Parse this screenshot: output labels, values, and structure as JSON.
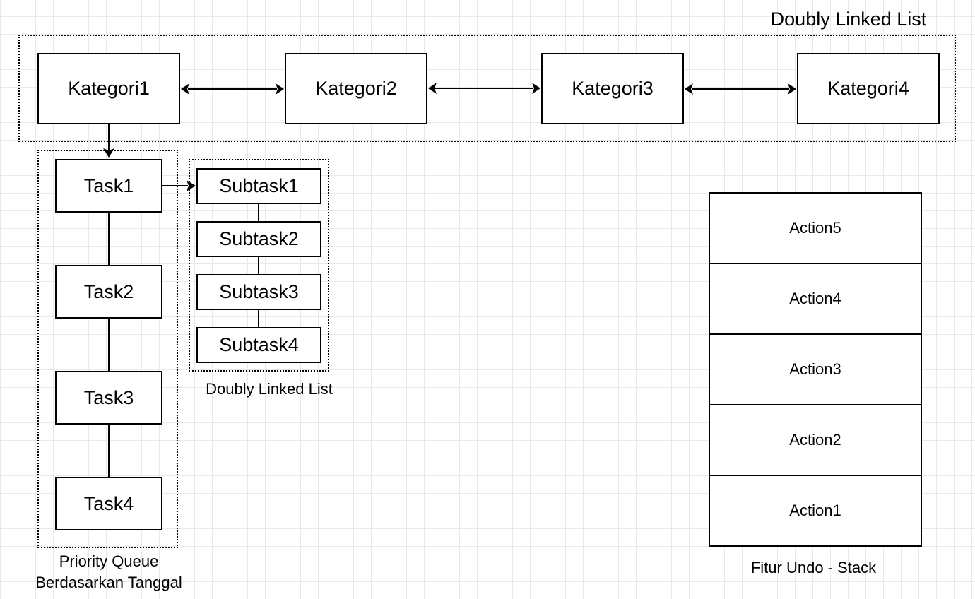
{
  "categories": {
    "group_label": "Doubly Linked List",
    "items": [
      "Kategori1",
      "Kategori2",
      "Kategori3",
      "Kategori4"
    ]
  },
  "tasks": {
    "group_label_line1": "Priority Queue",
    "group_label_line2": "Berdasarkan Tanggal",
    "items": [
      "Task1",
      "Task2",
      "Task3",
      "Task4"
    ]
  },
  "subtasks": {
    "group_label": "Doubly Linked List",
    "items": [
      "Subtask1",
      "Subtask2",
      "Subtask3",
      "Subtask4"
    ]
  },
  "undo_stack": {
    "label": "Fitur Undo - Stack",
    "items": [
      "Action5",
      "Action4",
      "Action3",
      "Action2",
      "Action1"
    ]
  }
}
